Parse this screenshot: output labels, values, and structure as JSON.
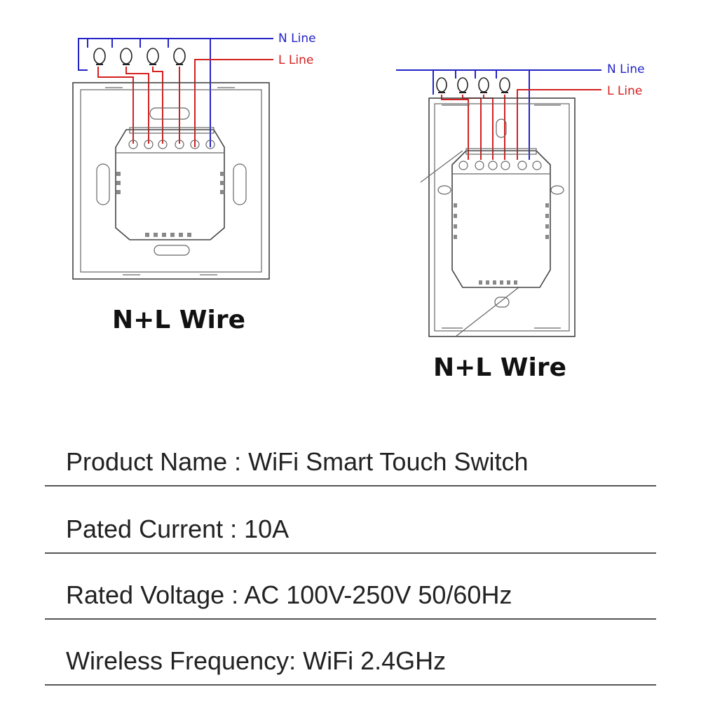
{
  "diagrams": [
    {
      "n_label": "N Line",
      "l_label": "L Line",
      "caption": "N+L Wire"
    },
    {
      "n_label": "N Line",
      "l_label": "L Line",
      "caption": "N+L Wire"
    }
  ],
  "specs": [
    {
      "text": "Product Name : WiFi Smart Touch Switch"
    },
    {
      "text": "Pated Current : 10A"
    },
    {
      "text": "Rated Voltage : AC 100V-250V 50/60Hz"
    },
    {
      "text": "Wireless Frequency: WiFi 2.4GHz"
    }
  ],
  "colors": {
    "n_line": "#2323c8",
    "l_line": "#d42020"
  }
}
